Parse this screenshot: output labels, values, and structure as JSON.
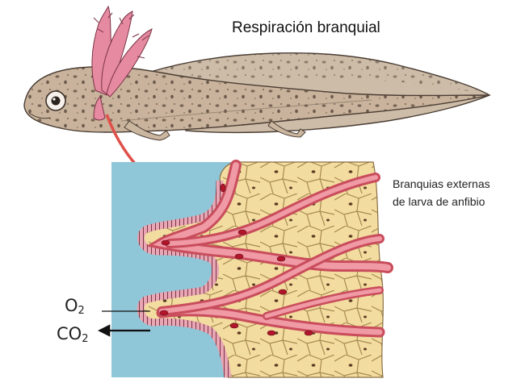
{
  "title": "Respiración branquial",
  "gill_label_lines": [
    "Branquias externas",
    "de larva de anfibio"
  ],
  "gas_in": {
    "base": "O",
    "sub": "2"
  },
  "gas_out": {
    "base": "CO",
    "sub": "2"
  },
  "colors": {
    "water": "#8fc6d8",
    "larva_body": "#cbb9a4",
    "gill_pink": "#e58aa0",
    "blood_vessel": "#d9646f",
    "red_blood_cell": "#b3152a",
    "tissue": "#f1d797",
    "arrow": "#e0504a"
  }
}
